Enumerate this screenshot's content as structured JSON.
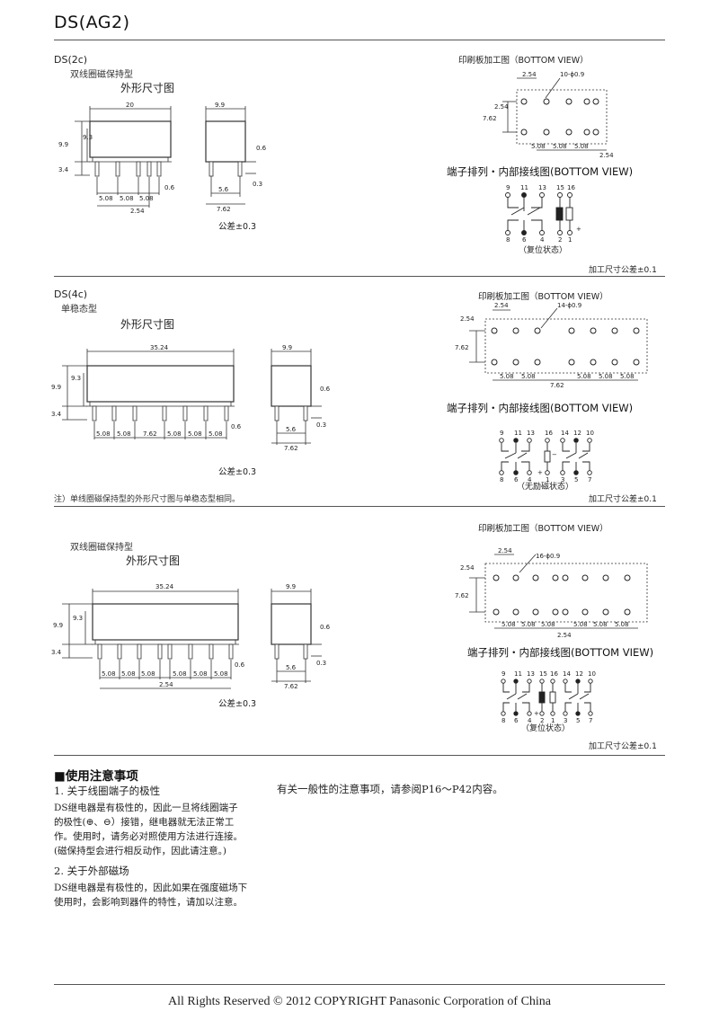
{
  "page": {
    "title": "DS(AG2)",
    "footer": "All Rights Reserved © 2012 COPYRIGHT Panasonic Corporation of China"
  },
  "sections": [
    {
      "label": "DS(2c)",
      "subtype": "双线圈磁保持型",
      "drawing_title": "外形尺寸图",
      "tolerance": "公差±0.3",
      "pcb_title": "印刷板加工图（BOTTOM VIEW）",
      "terminal_title": "端子排列・内部接线图(BOTTOM VIEW)",
      "state_label": "（复位状态）",
      "process_tolerance": "加工尺寸公差±0.1",
      "dims": {
        "length": "20",
        "height_body": "9.3",
        "height_total": "9.9",
        "pin_len": "3.4",
        "pitch": "5.08",
        "pitch_small": "2.54",
        "pin_w": "0.6",
        "depth": "9.9",
        "side_a": "0.6",
        "side_b": "0.3",
        "row_a": "5.6",
        "row_b": "7.62"
      },
      "pcb_dims": {
        "holes": "10-ϕ0.9",
        "top": "2.54",
        "left": "2.54",
        "row": "7.62",
        "pitch": "5.08",
        "end": "2.54"
      },
      "pins_top": [
        "9",
        "11",
        "13",
        "15",
        "16"
      ],
      "pins_bottom": [
        "8",
        "6",
        "4",
        "2",
        "1"
      ],
      "plus": "+"
    },
    {
      "label": "DS(4c)",
      "subtype": "单稳态型",
      "drawing_title": "外形尺寸图",
      "tolerance": "公差±0.3",
      "pcb_title": "印刷板加工图（BOTTOM VIEW）",
      "terminal_title": "端子排列・内部接线图(BOTTOM VIEW)",
      "state_label": "（无励磁状态）",
      "process_tolerance": "加工尺寸公差±0.1",
      "note": "注）单线圈磁保持型的外形尺寸图与单稳态型相同。",
      "dims": {
        "length": "35.24",
        "height_body": "9.3",
        "height_total": "9.9",
        "pin_len": "3.4",
        "pitch": "5.08",
        "pitch_mid": "7.62",
        "pin_w": "0.6",
        "depth": "9.9",
        "side_a": "0.6",
        "side_b": "0.3",
        "row_a": "5.6",
        "row_b": "7.62"
      },
      "pcb_dims": {
        "holes": "14-ϕ0.9",
        "top": "2.54",
        "left": "2.54",
        "row": "7.62",
        "pitch": "5.08",
        "mid": "7.62"
      },
      "pins_top": [
        "9",
        "11",
        "13",
        "16",
        "14",
        "12",
        "10"
      ],
      "pins_bottom": [
        "8",
        "6",
        "4",
        "1",
        "3",
        "5",
        "7"
      ],
      "plus": "+",
      "minus": "−"
    },
    {
      "subtype": "双线圈磁保持型",
      "drawing_title": "外形尺寸图",
      "tolerance": "公差±0.3",
      "pcb_title": "印刷板加工图（BOTTOM VIEW）",
      "terminal_title": "端子排列・内部接线图(BOTTOM VIEW)",
      "state_label": "（复位状态）",
      "process_tolerance": "加工尺寸公差±0.1",
      "dims": {
        "length": "35.24",
        "height_body": "9.3",
        "height_total": "9.9",
        "pin_len": "3.4",
        "pitch": "5.08",
        "pitch_small": "2.54",
        "pin_w": "0.6",
        "depth": "9.9",
        "side_a": "0.6",
        "side_b": "0.3",
        "row_a": "5.6",
        "row_b": "7.62"
      },
      "pcb_dims": {
        "holes": "16-ϕ0.9",
        "top": "2.54",
        "left": "2.54",
        "row": "7.62",
        "pitch": "5.08",
        "mid": "2.54"
      },
      "pins_top": [
        "9",
        "11",
        "13",
        "15",
        "16",
        "14",
        "12",
        "10"
      ],
      "pins_bottom": [
        "8",
        "6",
        "4",
        "2",
        "1",
        "3",
        "5",
        "7"
      ],
      "plus": "+"
    }
  ],
  "notes": {
    "heading": "■使用注意事项",
    "item1_title": "1. 关于线圈端子的极性",
    "item1_lines": [
      "DS继电器是有极性的，因此一旦将线圈端子",
      "的极性(⊕、⊖）接错，继电器就无法正常工",
      "作。使用时，请务必对照使用方法进行连接。",
      "(磁保持型会进行相反动作，因此请注意。)"
    ],
    "item2_title": "2. 关于外部磁场",
    "item2_lines": [
      "DS继电器是有极性的，因此如果在强度磁场下",
      "使用时，会影响到器件的特性，请加以注意。"
    ],
    "general": "有关一般性的注意事项，请参阅P16～P42内容。"
  }
}
